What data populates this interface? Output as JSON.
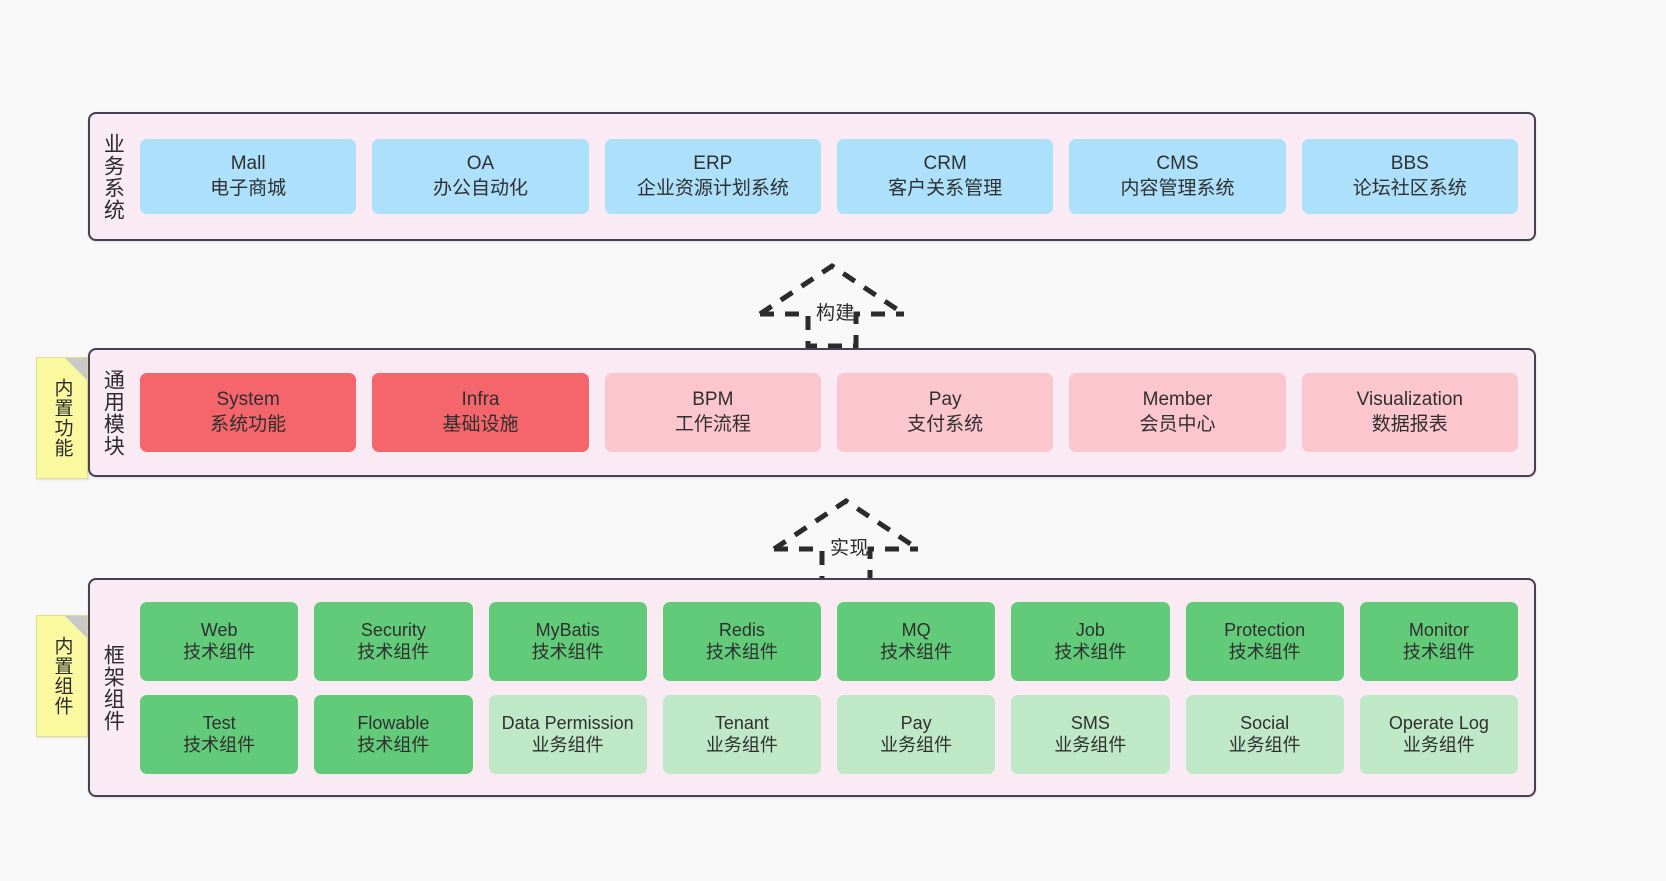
{
  "diagram": {
    "title": "ruoyi-vue-pro architecture layers",
    "background": "#f8f8f8"
  },
  "colors": {
    "layer_background": "#f9eaf4",
    "layer_border": "#444152",
    "business_cell": "#ace0fb",
    "module_active_cell": "#f4666c",
    "module_cell": "#fcc6ce",
    "tech_component_cell": "#62cb79",
    "business_component_cell": "#bfe8c7",
    "note_background": "#fbf9a0",
    "note_fold": "#c9c9c9"
  },
  "notes": [
    {
      "name": "builtin-functions",
      "label": "内置功能"
    },
    {
      "name": "builtin-components",
      "label": "内置组件"
    }
  ],
  "arrows": [
    {
      "name": "build-arrow",
      "label": "构建",
      "style": "dashed-hollow-up"
    },
    {
      "name": "implement-arrow",
      "label": "实现",
      "style": "dashed-hollow-up"
    }
  ],
  "layers": [
    {
      "name": "business-systems",
      "title": "业务系统",
      "rows": [
        {
          "cells": [
            {
              "name": "mall",
              "primary": "Mall",
              "secondary": "电子商城",
              "color": "c-blue"
            },
            {
              "name": "oa",
              "primary": "OA",
              "secondary": "办公自动化",
              "color": "c-blue"
            },
            {
              "name": "erp",
              "primary": "ERP",
              "secondary": "企业资源计划系统",
              "color": "c-blue"
            },
            {
              "name": "crm",
              "primary": "CRM",
              "secondary": "客户关系管理",
              "color": "c-blue"
            },
            {
              "name": "cms",
              "primary": "CMS",
              "secondary": "内容管理系统",
              "color": "c-blue"
            },
            {
              "name": "bbs",
              "primary": "BBS",
              "secondary": "论坛社区系统",
              "color": "c-blue"
            }
          ]
        }
      ]
    },
    {
      "name": "common-modules",
      "title": "通用模块",
      "rows": [
        {
          "cells": [
            {
              "name": "system",
              "primary": "System",
              "secondary": "系统功能",
              "color": "c-red"
            },
            {
              "name": "infra",
              "primary": "Infra",
              "secondary": "基础设施",
              "color": "c-red"
            },
            {
              "name": "bpm",
              "primary": "BPM",
              "secondary": "工作流程",
              "color": "c-pink"
            },
            {
              "name": "pay",
              "primary": "Pay",
              "secondary": "支付系统",
              "color": "c-pink"
            },
            {
              "name": "member",
              "primary": "Member",
              "secondary": "会员中心",
              "color": "c-pink"
            },
            {
              "name": "visualization",
              "primary": "Visualization",
              "secondary": "数据报表",
              "color": "c-pink"
            }
          ]
        }
      ]
    },
    {
      "name": "framework-components",
      "title": "框架组件",
      "rows": [
        {
          "cells": [
            {
              "name": "web",
              "primary": "Web",
              "secondary": "技术组件",
              "color": "c-green"
            },
            {
              "name": "security",
              "primary": "Security",
              "secondary": "技术组件",
              "color": "c-green"
            },
            {
              "name": "mybatis",
              "primary": "MyBatis",
              "secondary": "技术组件",
              "color": "c-green"
            },
            {
              "name": "redis",
              "primary": "Redis",
              "secondary": "技术组件",
              "color": "c-green"
            },
            {
              "name": "mq",
              "primary": "MQ",
              "secondary": "技术组件",
              "color": "c-green"
            },
            {
              "name": "job",
              "primary": "Job",
              "secondary": "技术组件",
              "color": "c-green"
            },
            {
              "name": "protection",
              "primary": "Protection",
              "secondary": "技术组件",
              "color": "c-green"
            },
            {
              "name": "monitor",
              "primary": "Monitor",
              "secondary": "技术组件",
              "color": "c-green"
            }
          ]
        },
        {
          "cells": [
            {
              "name": "test",
              "primary": "Test",
              "secondary": "技术组件",
              "color": "c-green"
            },
            {
              "name": "flowable",
              "primary": "Flowable",
              "secondary": "技术组件",
              "color": "c-green"
            },
            {
              "name": "data-permission",
              "primary": "Data Permission",
              "secondary": "业务组件",
              "color": "c-lightgreen"
            },
            {
              "name": "tenant",
              "primary": "Tenant",
              "secondary": "业务组件",
              "color": "c-lightgreen"
            },
            {
              "name": "pay-component",
              "primary": "Pay",
              "secondary": "业务组件",
              "color": "c-lightgreen"
            },
            {
              "name": "sms",
              "primary": "SMS",
              "secondary": "业务组件",
              "color": "c-lightgreen"
            },
            {
              "name": "social",
              "primary": "Social",
              "secondary": "业务组件",
              "color": "c-lightgreen"
            },
            {
              "name": "operate-log",
              "primary": "Operate Log",
              "secondary": "业务组件",
              "color": "c-lightgreen"
            }
          ]
        }
      ]
    }
  ]
}
